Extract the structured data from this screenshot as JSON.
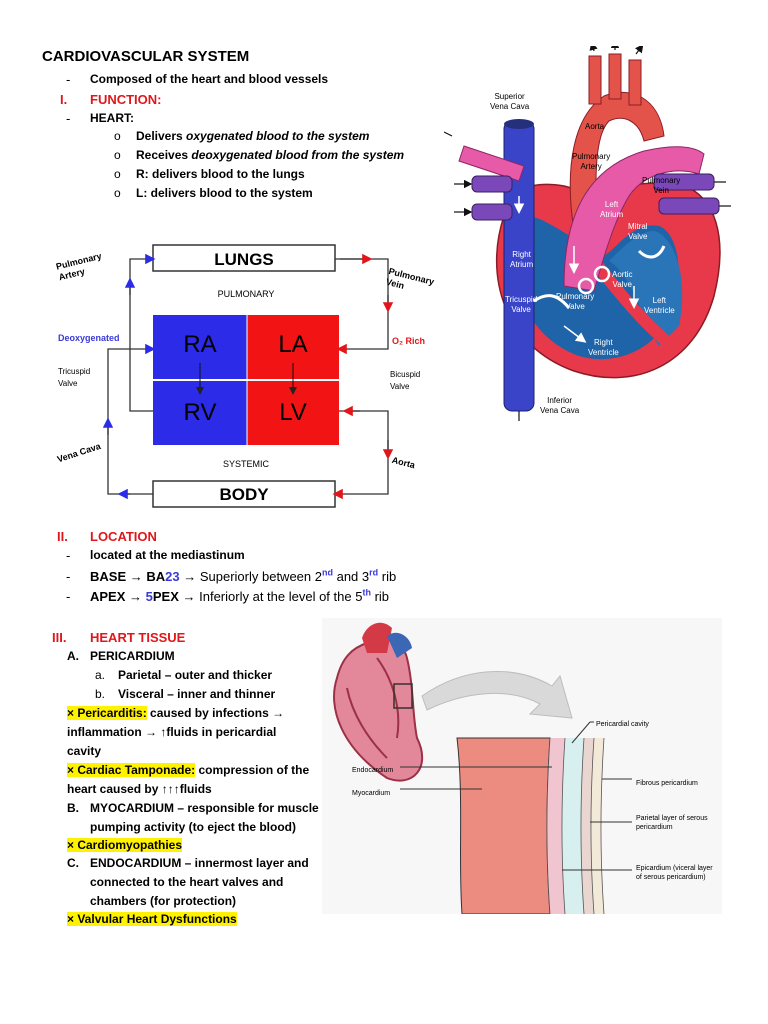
{
  "title": "CARDIOVASCULAR SYSTEM",
  "intro_bullet": "Composed of the heart and blood vessels",
  "s1": {
    "num": "I.",
    "heading": "FUNCTION:",
    "heart_label": "HEART:",
    "items": [
      {
        "a": "Delivers ",
        "b": "oxygenated blood to the system"
      },
      {
        "a": "Receives ",
        "b": "deoxygenated blood from the system"
      },
      {
        "a": "R:",
        "b": " delivers blood to the lungs"
      },
      {
        "a": "L:",
        "b": " delivers blood to the system"
      }
    ]
  },
  "circ": {
    "lungs": "LUNGS",
    "body": "BODY",
    "pulmonary": "PULMONARY",
    "systemic": "SYSTEMIC",
    "ra": "RA",
    "la": "LA",
    "rv": "RV",
    "lv": "LV",
    "pulm_artery_1": "Pulmonary",
    "pulm_artery_2": "Artery",
    "pulm_vein_1": "Pulmonary",
    "pulm_vein_2": "Vein",
    "deoxygenated": "Deoxygenated",
    "o2_rich": "O₂ Rich",
    "tricuspid_1": "Tricuspid",
    "tricuspid_2": "Valve",
    "bicuspid_1": "Bicuspid",
    "bicuspid_2": "Valve",
    "vena_cava": "Vena Cava",
    "aorta": "Aorta",
    "colors": {
      "blue": "#2b2be8",
      "red": "#f21414"
    }
  },
  "heart_labels": {
    "svc1": "Superior",
    "svc2": "Vena Cava",
    "aorta": "Aorta",
    "pa1": "Pulmonary",
    "pa2": "Artery",
    "pv1": "Pulmonary",
    "pv2": "Vein",
    "la1": "Left",
    "la2": "Atrium",
    "mv1": "Mitral",
    "mv2": "Valve",
    "ra1": "Right",
    "ra2": "Atrium",
    "av1": "Aortic",
    "av2": "Valve",
    "tv1": "Tricuspid",
    "tv2": "Valve",
    "pulv1": "Pulmonary",
    "pulv2": "Valve",
    "lv1": "Left",
    "lv2": "Ventricle",
    "rv1": "Right",
    "rv2": "Ventricle",
    "ivc1": "Inferior",
    "ivc2": "Vena Cava"
  },
  "s2": {
    "num": "II.",
    "heading": "LOCATION",
    "line1": "located at the mediastinum",
    "base_a": "BASE ",
    "arrow": "→",
    "base_b": "BA",
    "base_c": "23",
    "base_d": " Superiorly between 2",
    "nd": "nd",
    "and": " and 3",
    "rd": "rd",
    "rib": " rib",
    "apex_a": "APEX ",
    "apex_b": "5",
    "apex_c": "PEX",
    "apex_d": " Inferiorly at the level of the 5",
    "th": "th",
    "rib2": " rib"
  },
  "s3": {
    "num": "III.",
    "heading": "HEART TISSUE",
    "A": "A.",
    "A_text": "PERICARDIUM",
    "a": "a.",
    "a_text": "Parietal – outer and thicker",
    "b": "b.",
    "b_text": "Visceral – inner and thinner",
    "peri_hl": "× Pericarditis:",
    "peri_1": " caused by infections →",
    "peri_2": "inflammation → ↑fluids in pericardial",
    "peri_3": "cavity",
    "tamp_hl": "× Cardiac Tamponade:",
    "tamp_1": " compression of the",
    "tamp_2": "heart caused by ↑↑↑fluids",
    "B": "B.",
    "B_1": "MYOCARDIUM – responsible for muscle",
    "B_2": "pumping activity (to eject the blood)",
    "cardio_hl": "× Cardiomyopathies",
    "C": "C.",
    "C_1": "ENDOCARDIUM – innermost layer and",
    "C_2": "connected to the heart valves and",
    "C_3": "chambers (for protection)",
    "valv_hl": "× Valvular Heart Dysfunctions"
  },
  "layers": {
    "pericardial_cavity": "Pericardial cavity",
    "endocardium": "Endocardium",
    "myocardium": "Myocardium",
    "fibrous": "Fibrous pericardium",
    "parietal1": "Parietal layer of serous",
    "parietal2": "pericardium",
    "epi1": "Epicardium (viceral layer",
    "epi2": "of serous pericardium)"
  }
}
